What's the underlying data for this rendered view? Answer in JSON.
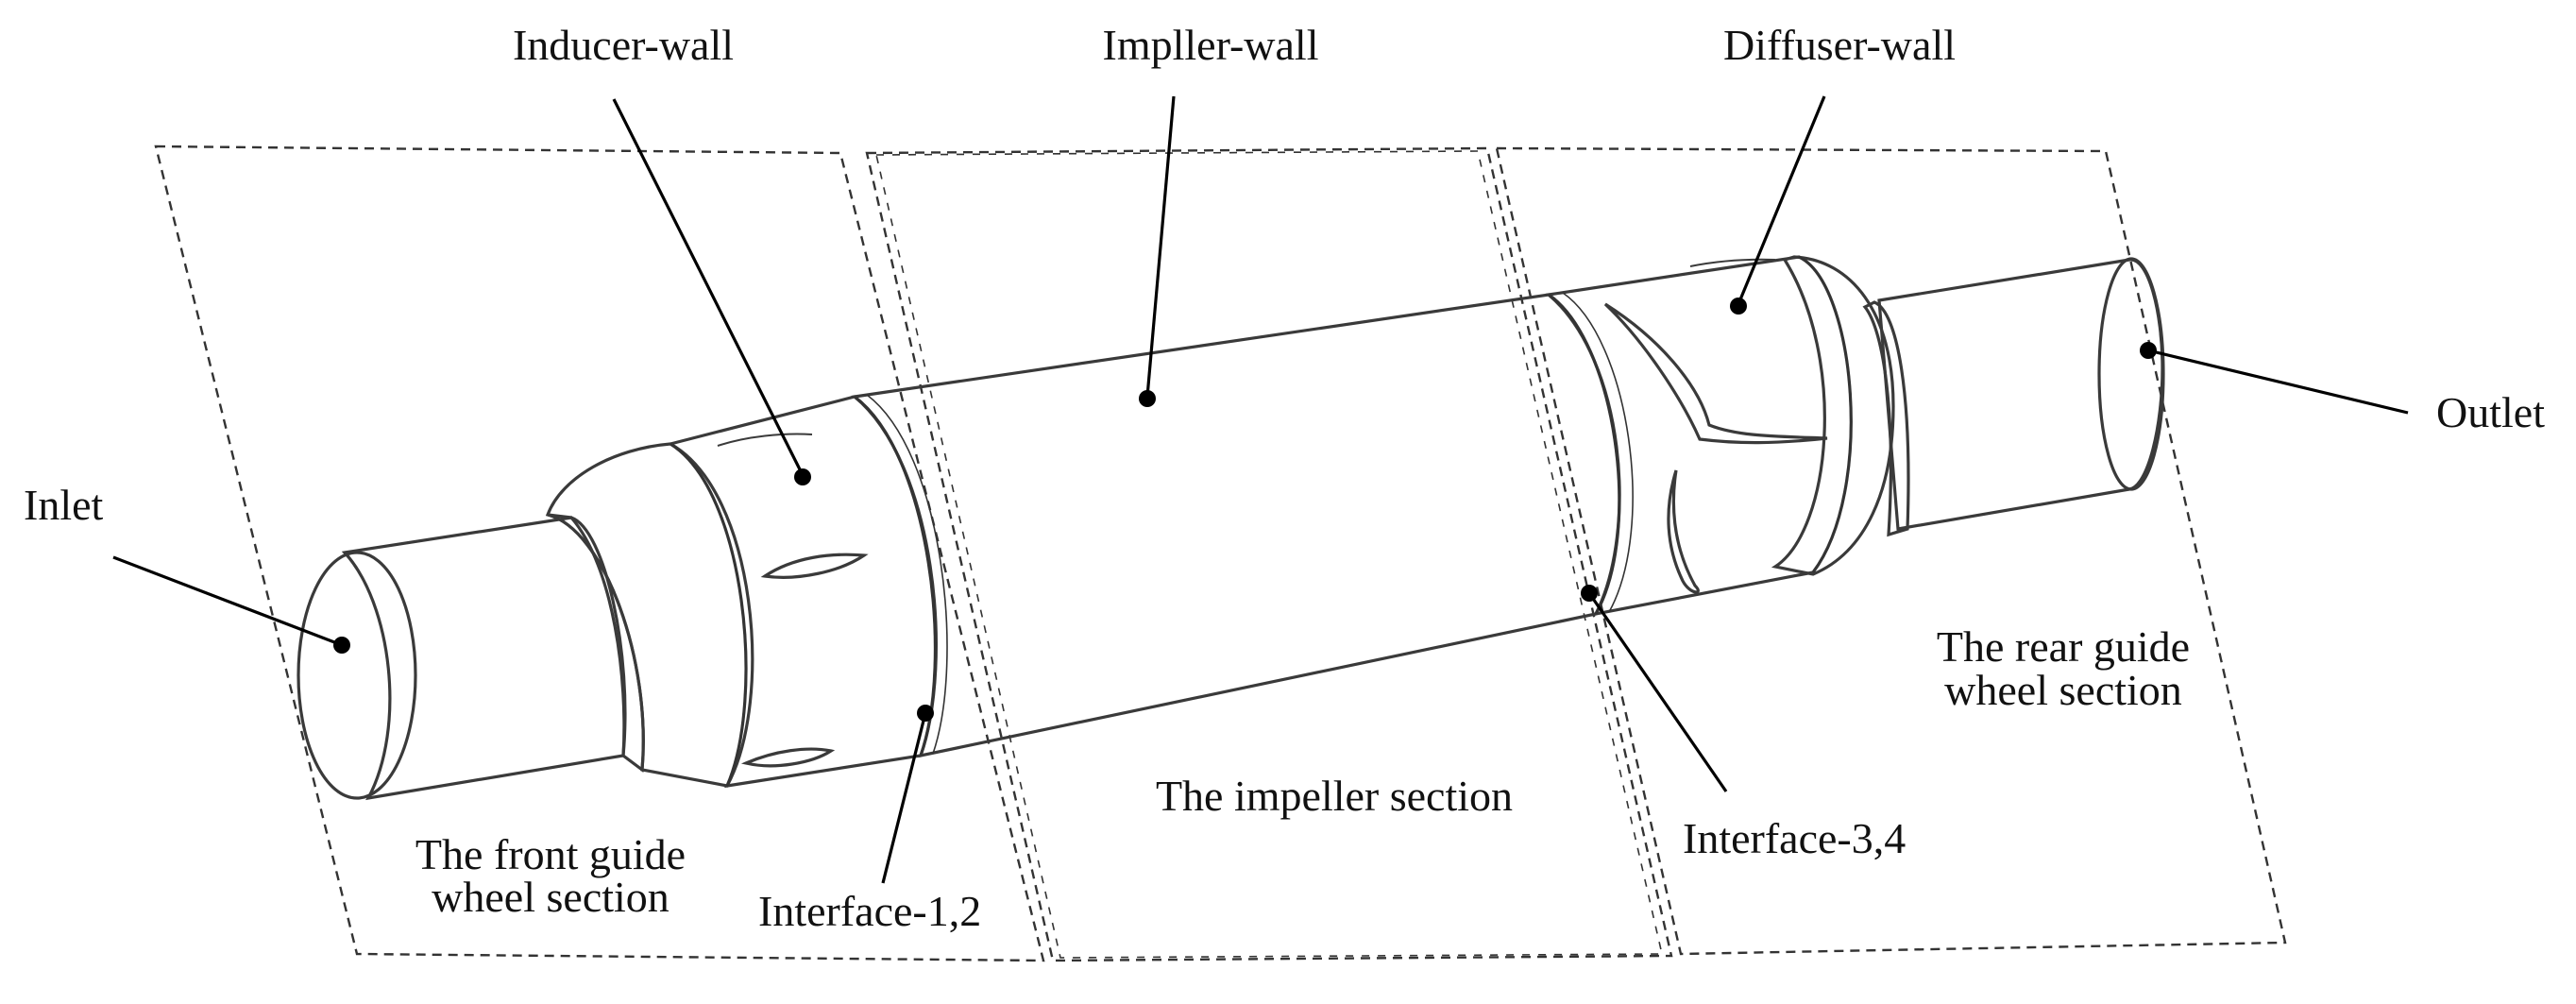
{
  "labels": {
    "inlet": "Inlet",
    "outlet": "Outlet",
    "inducer_wall": "Inducer-wall",
    "impeller_wall": "Impller-wall",
    "diffuser_wall": "Diffuser-wall",
    "interface_12": "Interface-1,2",
    "interface_34": "Interface-3,4",
    "front_section_line1": "The front guide",
    "front_section_line2": "wheel section",
    "impeller_section": "The impeller section",
    "rear_section_line1": "The rear guide",
    "rear_section_line2": "wheel section"
  },
  "colors": {
    "body_light": "#f2f1f4",
    "body_mid": "#c8b5c9",
    "body_dark": "#8c7691",
    "inlet_face": "#dcdcdc",
    "outline": "#3a3a3a",
    "blade_slot": "#9a8c9d"
  }
}
